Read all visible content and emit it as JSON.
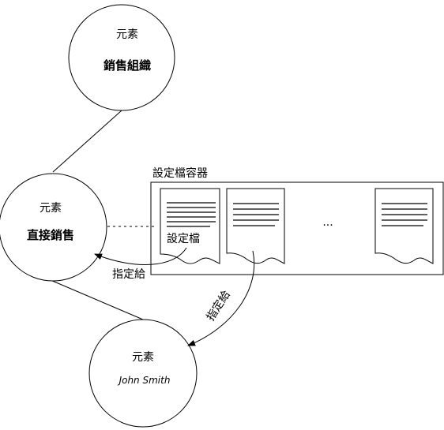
{
  "nodes": {
    "sales_org": {
      "type_label": "元素",
      "name": "銷售組織"
    },
    "direct_sales": {
      "type_label": "元素",
      "name": "直接銷售"
    },
    "john_smith": {
      "type_label": "元素",
      "name": "John Smith"
    }
  },
  "container": {
    "title": "設定檔容器",
    "first_doc_label": "設定檔",
    "ellipsis": "..."
  },
  "edges": {
    "assigned_to_direct_sales": "指定給",
    "assigned_to_john_smith": "指定給"
  },
  "colors": {
    "stroke": "#000000",
    "background": "#ffffff"
  }
}
